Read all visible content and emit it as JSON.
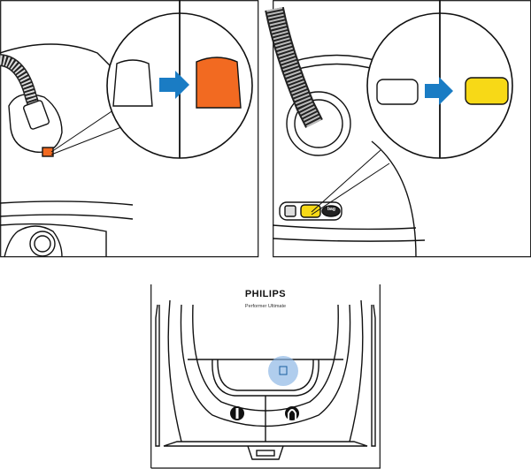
{
  "panels": [
    {
      "name": "indicator-white-to-orange",
      "from_color": "#ffffff",
      "to_color": "#f26a21"
    },
    {
      "name": "indicator-white-to-yellow",
      "from_color": "#ffffff",
      "to_color": "#f7d917"
    }
  ],
  "arrow_color": "#1a7cc4",
  "highlight_color": "#8fb8e6",
  "device": {
    "brand": "PHILIPS",
    "model": "Performer Ultimate",
    "bag_icon_label": "bag"
  }
}
